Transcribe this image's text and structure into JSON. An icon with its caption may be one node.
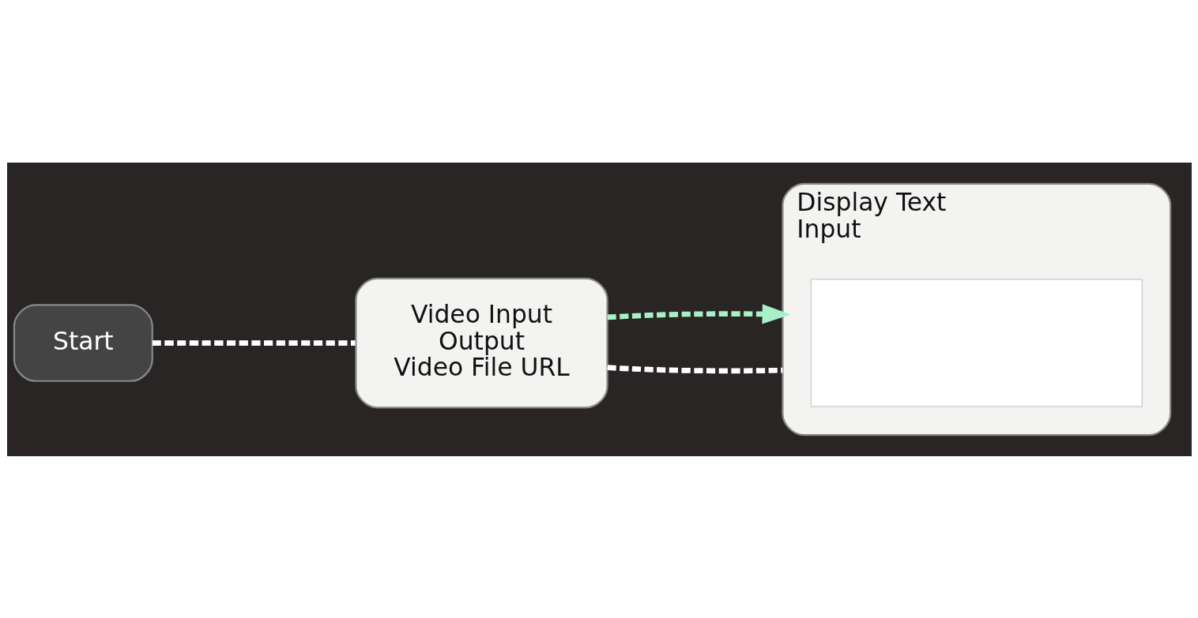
{
  "diagram": {
    "nodes": [
      {
        "text": [
          "Start"
        ]
      },
      {
        "text": [
          "Video Input",
          "Output",
          "Video File URL"
        ]
      },
      {
        "text": [
          "Display Text",
          "Input"
        ]
      },
      {
        "text": [],
        "shape": "box",
        "in": 2
      }
    ],
    "edges": [
      {
        "from": 0,
        "to": 1,
        "arrow": "none",
        "style": "dashed"
      },
      {
        "from": 1,
        "to": 2,
        "arrow": "none",
        "style": "dashed"
      },
      {
        "from": 1,
        "to": 2,
        "arrow": "to",
        "style": "dashed",
        "color": "#a8f0c8"
      }
    ]
  }
}
